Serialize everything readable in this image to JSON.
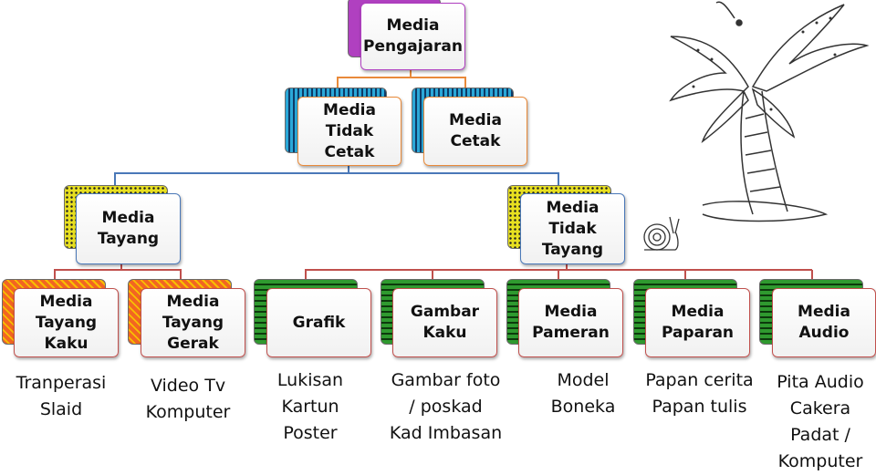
{
  "nodes": {
    "root": "Media\nPengajaran",
    "cetak_parent": "Media\nTidak\nCetak",
    "cetak": "Media\nCetak",
    "tayang": "Media\nTayang",
    "tidak_tayang": "Media\nTidak\nTayang",
    "tayang_kaku": "Media\nTayang\nKaku",
    "tayang_gerak": "Media\nTayang\nGerak",
    "grafik": "Grafik",
    "gambar_kaku": "Gambar\nKaku",
    "pameran": "Media\nPameran",
    "paparan": "Media\nPaparan",
    "audio": "Media\nAudio"
  },
  "captions": {
    "tayang_kaku": "Tranperasi\nSlaid",
    "tayang_gerak": "Video Tv\nKomputer",
    "grafik": "Lukisan\nKartun\nPoster",
    "gambar_kaku": "Gambar foto\n/ poskad\nKad Imbasan",
    "pameran": "Model\nBoneka",
    "paparan": "Papan cerita\nPapan tulis",
    "audio": "Pita Audio\nCakera\nPadat /\nKomputer"
  },
  "colors": {
    "line_orange": "#e98a3a",
    "line_blue": "#4a78b8",
    "line_red": "#c0504d",
    "back_purple": "#b040c0",
    "back_blue": "#2ba8d8",
    "back_yellow": "#e8e020",
    "back_orange": "#f26522",
    "back_green": "#2f9a2f"
  },
  "decor": {
    "palm_tree": "palm-tree-sketch",
    "snail": "snail-sketch"
  }
}
